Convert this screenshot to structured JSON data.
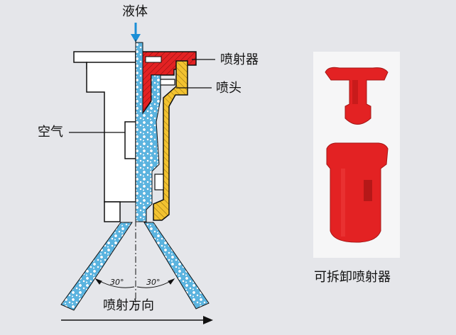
{
  "labels": {
    "liquid": "液体",
    "sprayer": "喷射器",
    "nozzle": "喷头",
    "air": "空气",
    "direction": "喷射方向",
    "angle_left": "30°",
    "angle_right": "30°",
    "caption": "可拆卸喷射器"
  },
  "colors": {
    "background": "#e5e6ea",
    "red_part": "#e32223",
    "yellow_part": "#f2c230",
    "liquid_blue": "#5ab4e0",
    "arrow_blue": "#1b8fd6",
    "outline": "#111111"
  },
  "icons": [
    "liquid-inlet-arrow-icon",
    "direction-arrow-icon"
  ]
}
